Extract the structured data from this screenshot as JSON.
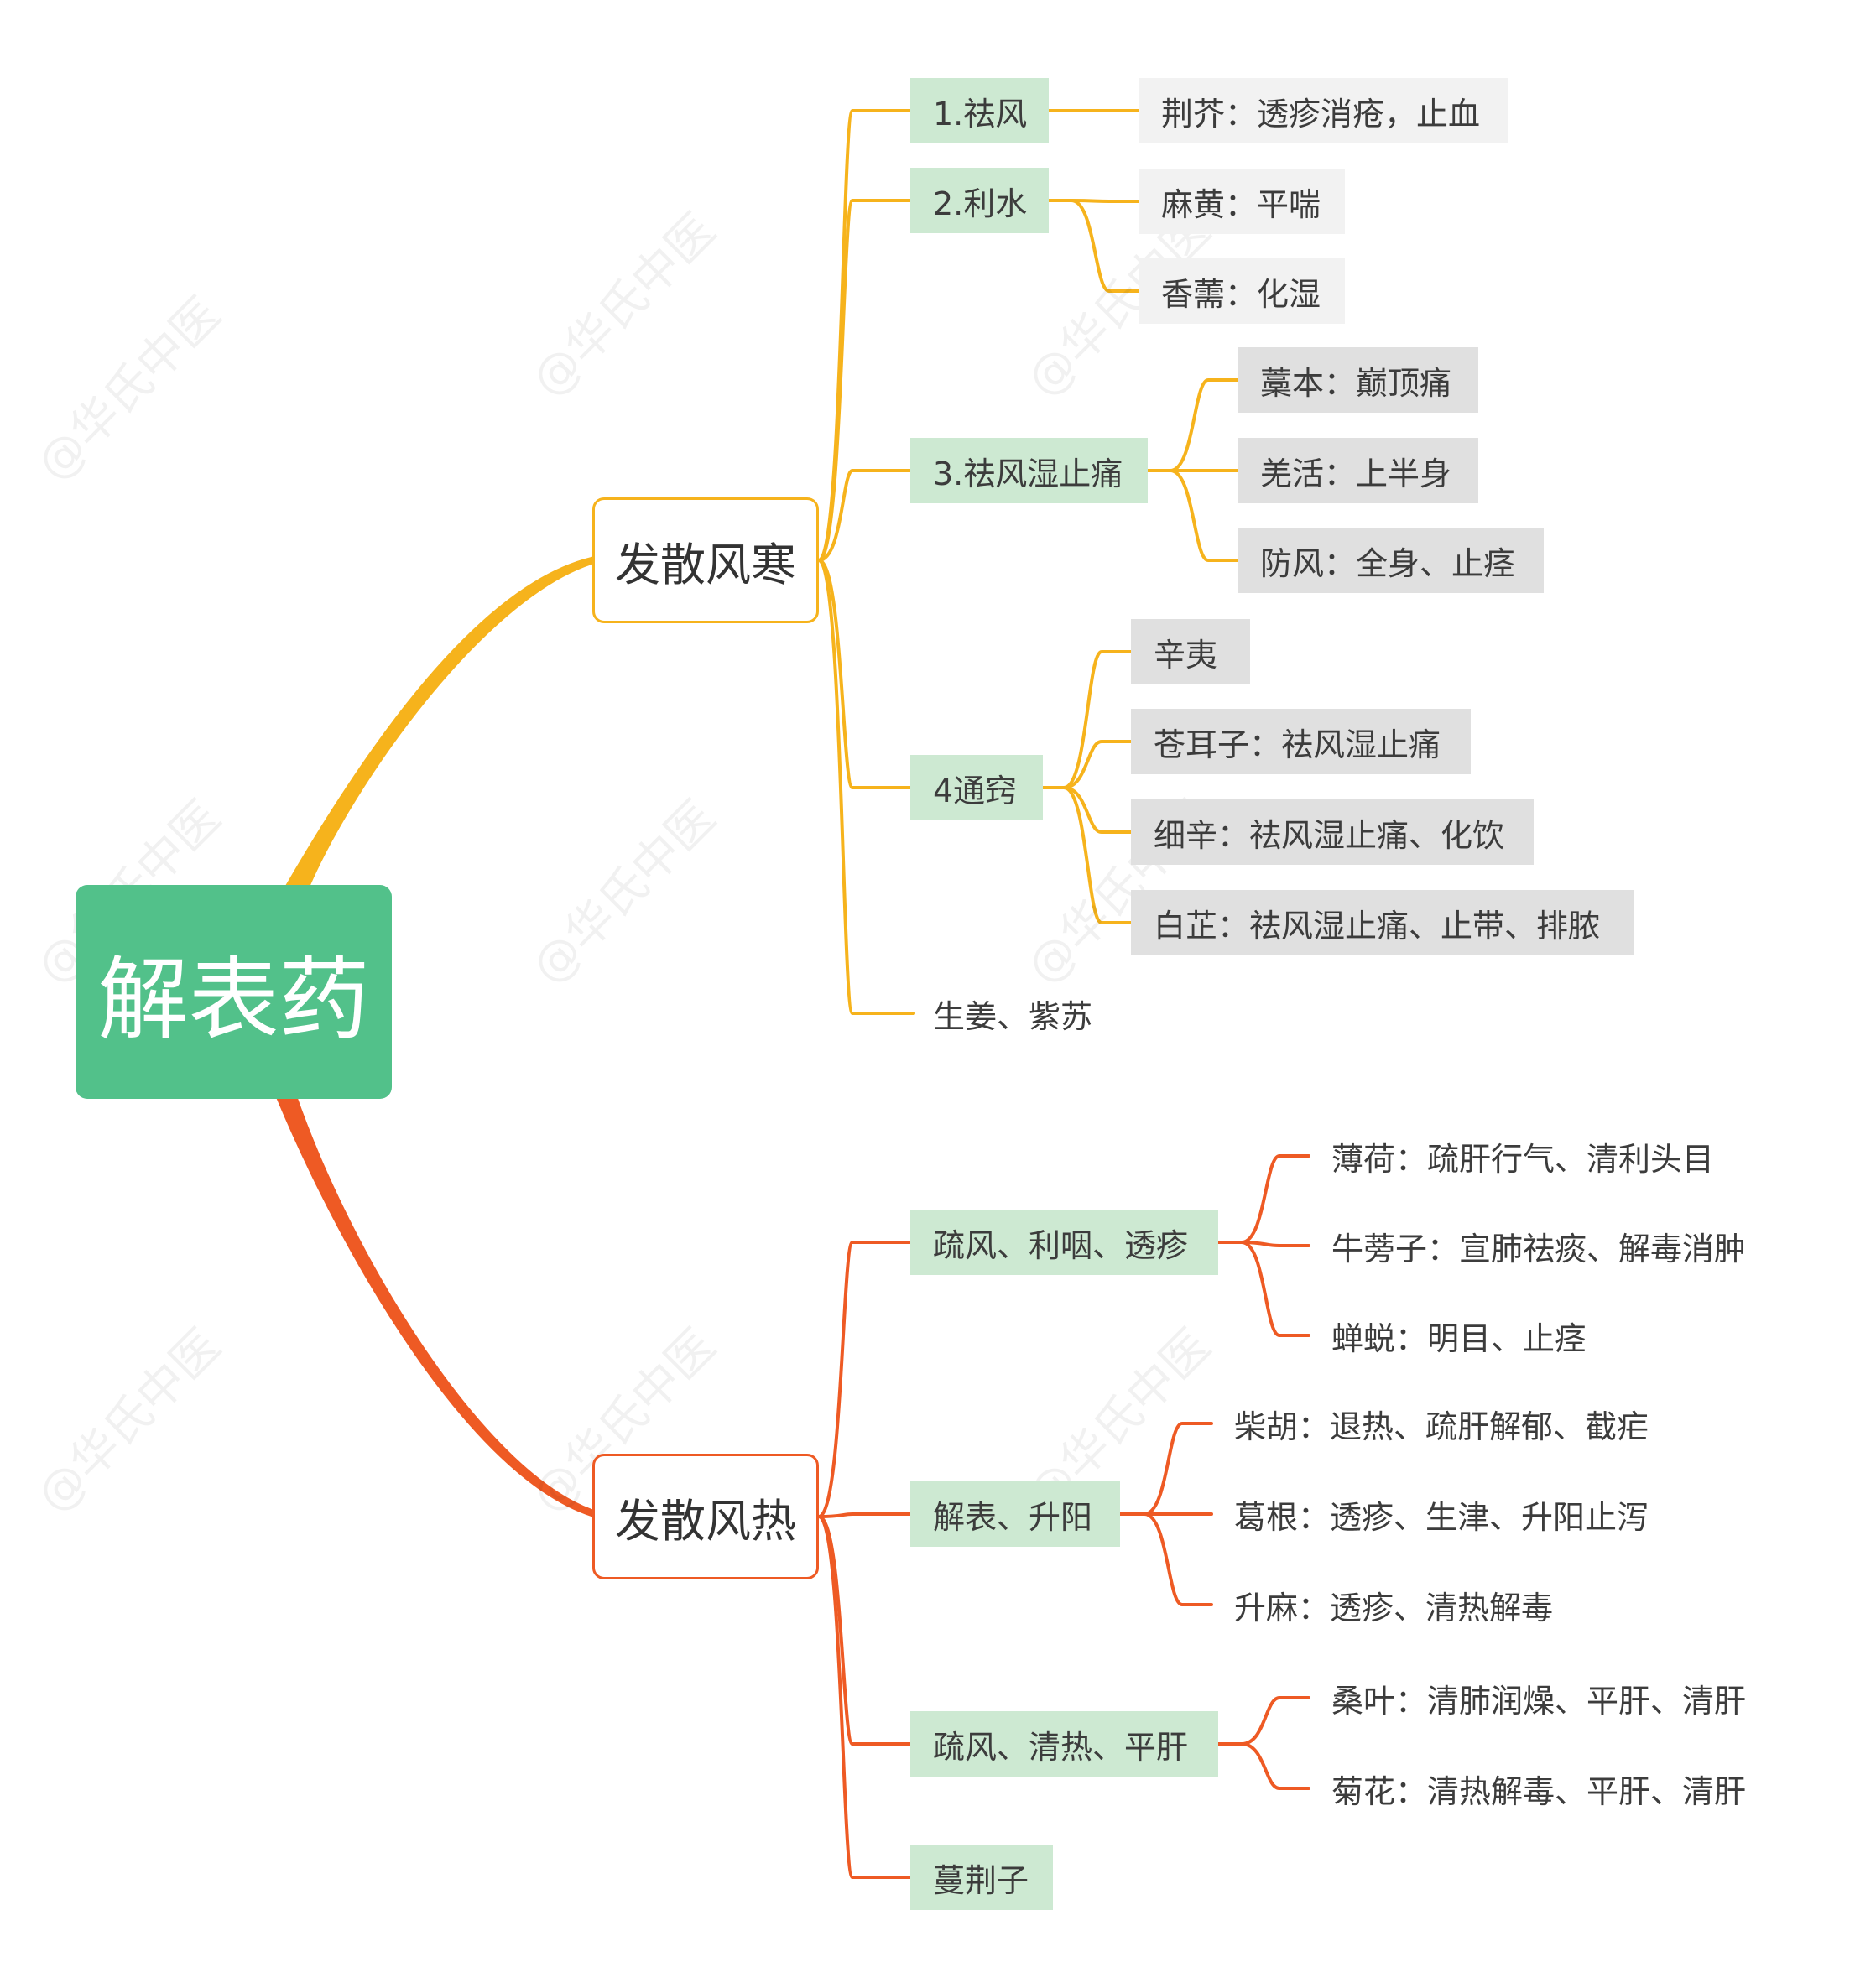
{
  "root": {
    "label": "解表药"
  },
  "colors": {
    "root": "#52c18a",
    "upper": "#f6b31c",
    "lower": "#ee5a24",
    "sub_bg": "#cde9d2",
    "leaf_light": "#f2f2f2",
    "leaf_gray": "#e0e0e0"
  },
  "watermark": "@华氏中医",
  "branches": [
    {
      "label": "发散风寒",
      "children": [
        {
          "label": "1.祛风",
          "children": [
            "荆芥：透疹消疮，止血"
          ]
        },
        {
          "label": "2.利水",
          "children": [
            "麻黄：平喘",
            "香薷：化湿"
          ]
        },
        {
          "label": "3.祛风湿止痛",
          "children": [
            "藁本：巅顶痛",
            "羌活：上半身",
            "防风：全身、止痉"
          ]
        },
        {
          "label": "4通窍",
          "children": [
            "辛夷",
            "苍耳子：祛风湿止痛",
            "细辛：祛风湿止痛、化饮",
            "白芷：祛风湿止痛、止带、排脓"
          ]
        },
        {
          "label": "生姜、紫苏",
          "children": []
        }
      ]
    },
    {
      "label": "发散风热",
      "children": [
        {
          "label": "疏风、利咽、透疹",
          "children": [
            "薄荷：疏肝行气、清利头目",
            "牛蒡子：宣肺祛痰、解毒消肿",
            "蝉蜕：明目、止痉"
          ]
        },
        {
          "label": "解表、升阳",
          "children": [
            "柴胡：退热、疏肝解郁、截疟",
            "葛根：透疹、生津、升阳止泻",
            "升麻：透疹、清热解毒"
          ]
        },
        {
          "label": "疏风、清热、平肝",
          "children": [
            "桑叶：清肺润燥、平肝、清肝",
            "菊花：清热解毒、平肝、清肝"
          ]
        },
        {
          "label": "蔓荆子",
          "children": []
        }
      ]
    }
  ]
}
